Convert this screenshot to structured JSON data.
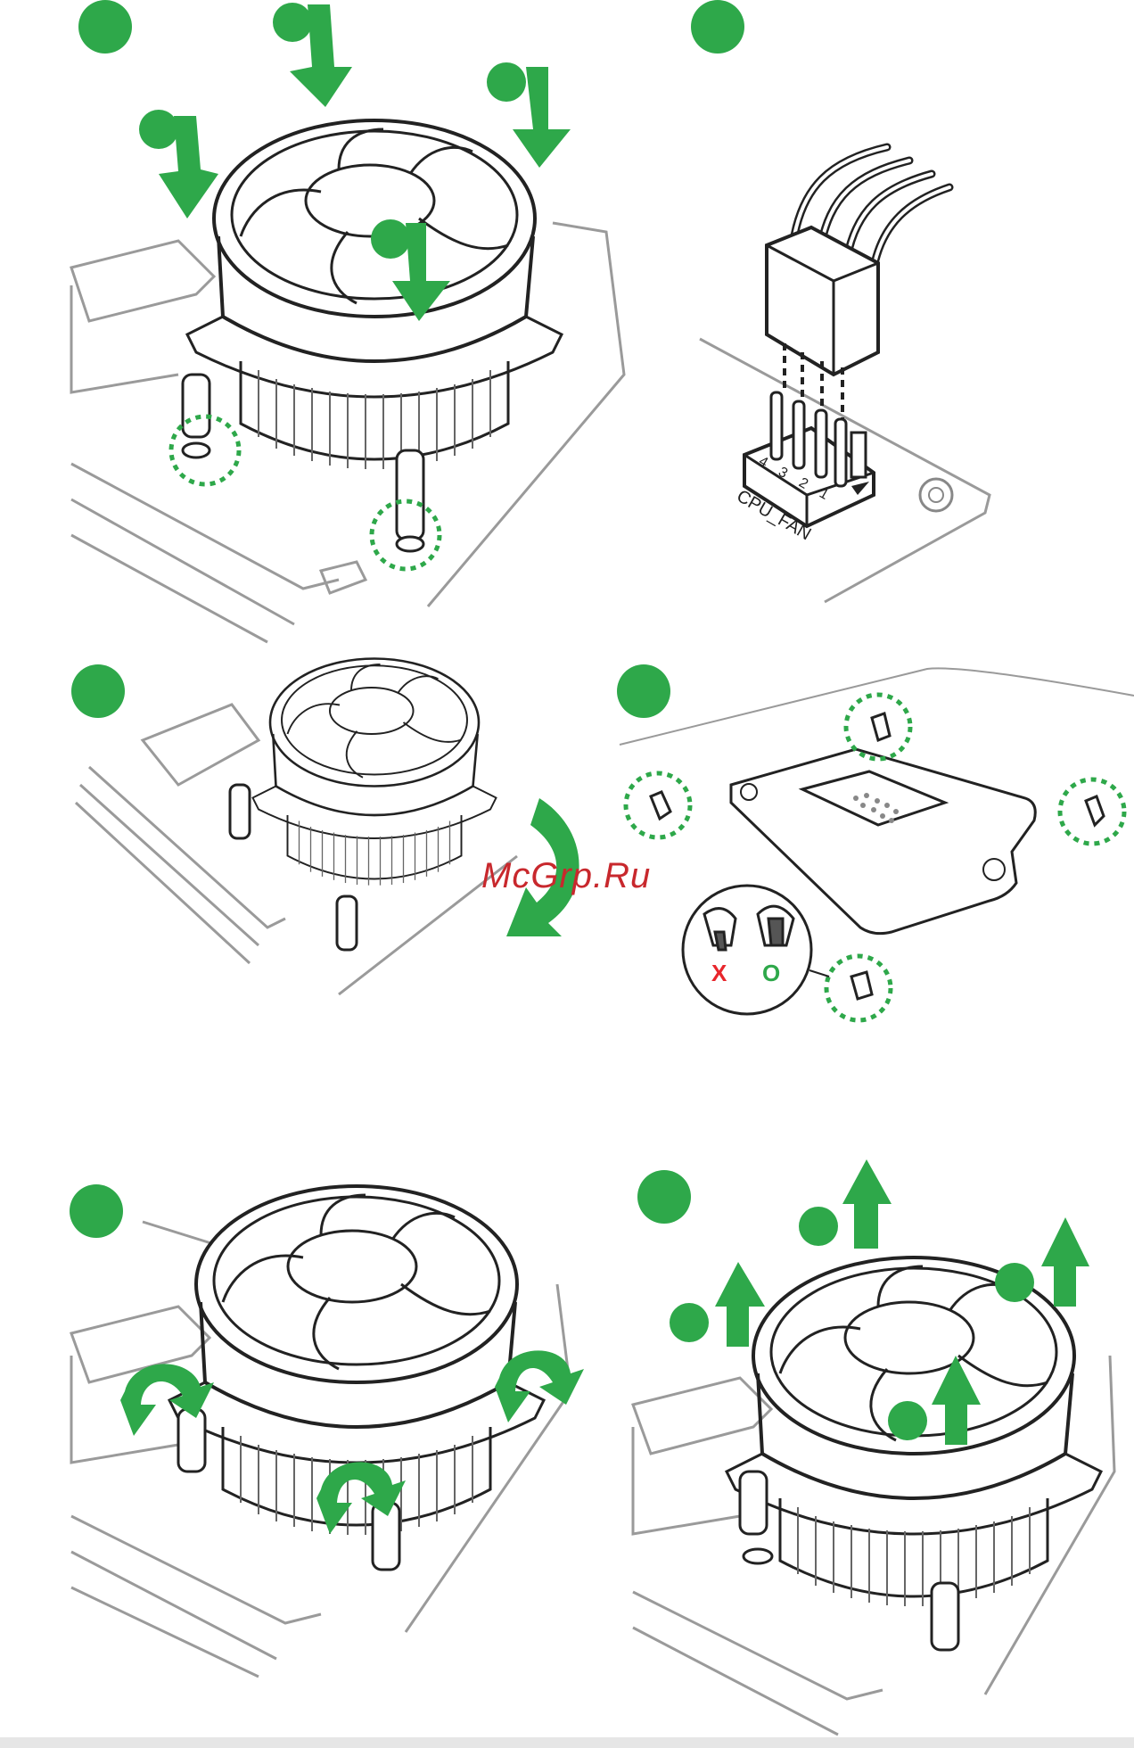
{
  "header_label": "CPU_FAN",
  "pin_labels": [
    "4",
    "3",
    "2",
    "1"
  ],
  "verdict_wrong": "X",
  "verdict_right": "O",
  "watermark": "McGrp.Ru",
  "colors": {
    "accent_green": "#2ea84a",
    "line": "#222222",
    "board_line": "#9a9a9a",
    "wrong_red": "#e8262c",
    "watermark": "#c8282d"
  }
}
